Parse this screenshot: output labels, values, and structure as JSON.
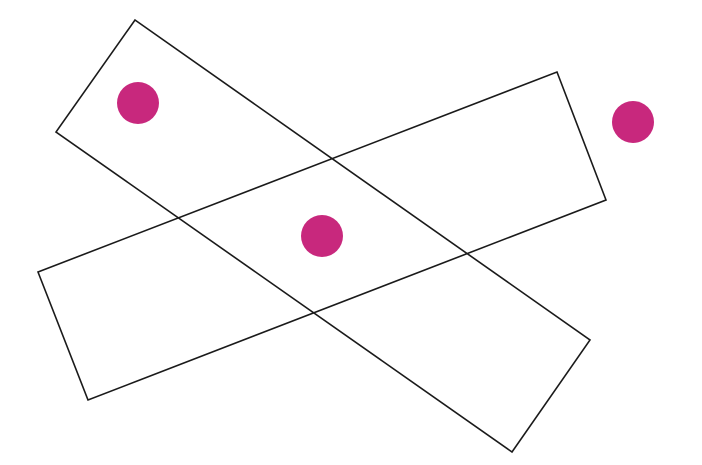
{
  "diagram": {
    "background_color": "#ffffff",
    "stroke_color": "#1a1a1a",
    "dot_color": "#c8287d",
    "shapes": [
      {
        "name": "rectangle-descending",
        "kind": "rectangle",
        "fill": "none"
      },
      {
        "name": "rectangle-ascending",
        "kind": "rectangle",
        "fill": "none"
      }
    ],
    "dots": [
      {
        "name": "dot-inside-descending-only"
      },
      {
        "name": "dot-in-intersection"
      },
      {
        "name": "dot-outside-both"
      }
    ]
  }
}
